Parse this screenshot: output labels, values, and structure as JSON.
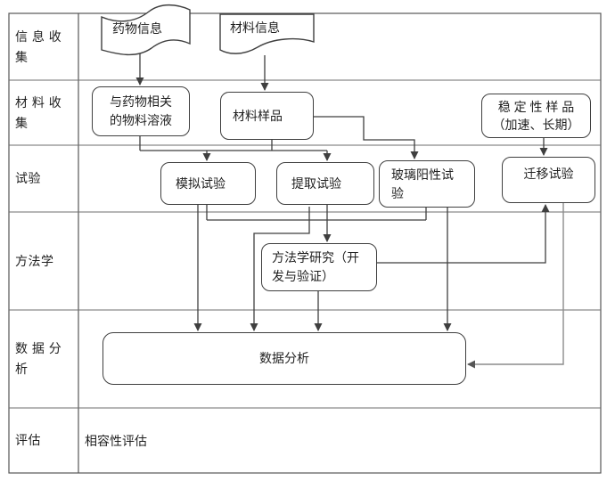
{
  "diagram": {
    "row_labels": {
      "info_collection": {
        "line1": "信 息 收",
        "line2": "集"
      },
      "material_collection": {
        "line1": "材 料 收",
        "line2": "集"
      },
      "test": {
        "line1": "试验"
      },
      "methodology": {
        "line1": "方法学"
      },
      "data_analysis": {
        "line1": "数 据 分",
        "line2": "析"
      },
      "evaluation": {
        "line1": "评估"
      }
    },
    "nodes": {
      "drug_info": {
        "label": "药物信息"
      },
      "material_info": {
        "label": "材料信息"
      },
      "drug_solution": {
        "line1": "与药物相关",
        "line2": "的物料溶液"
      },
      "material_sample": {
        "label": "材料样品"
      },
      "stability_sample": {
        "line1": "稳 定 性 样 品",
        "line2": "（加速、长期）"
      },
      "simulation_test": {
        "label": "模拟试验"
      },
      "extraction_test": {
        "label": "提取试验"
      },
      "glass_positive_test": {
        "line1": "玻璃阳性试",
        "line2": "验"
      },
      "migration_test": {
        "label": "迁移试验"
      },
      "methodology_study": {
        "line1": "方法学研究（开",
        "line2": "发与验证）"
      },
      "data_analysis": {
        "label": "数据分析"
      },
      "compatibility_evaluation": {
        "label": "相容性评估"
      }
    },
    "colors": {
      "connector": "#3f3f3f",
      "gray_connector": "#8c8c8c",
      "table_border": "#565656",
      "inner_border": "#6e6e6e",
      "text": "#1f1f1f",
      "background": "#ffffff"
    }
  }
}
